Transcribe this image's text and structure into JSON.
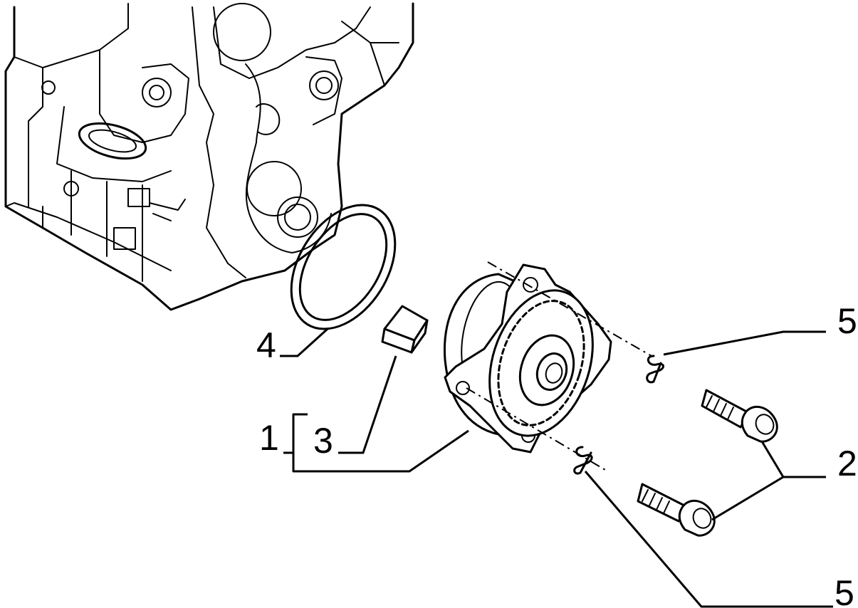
{
  "callouts": {
    "n1": "1",
    "n2": "2",
    "n3": "3",
    "n4": "4",
    "n5_top": "5",
    "n5_bottom": "5"
  },
  "colors": {
    "line": "#000000",
    "background": "#ffffff"
  }
}
